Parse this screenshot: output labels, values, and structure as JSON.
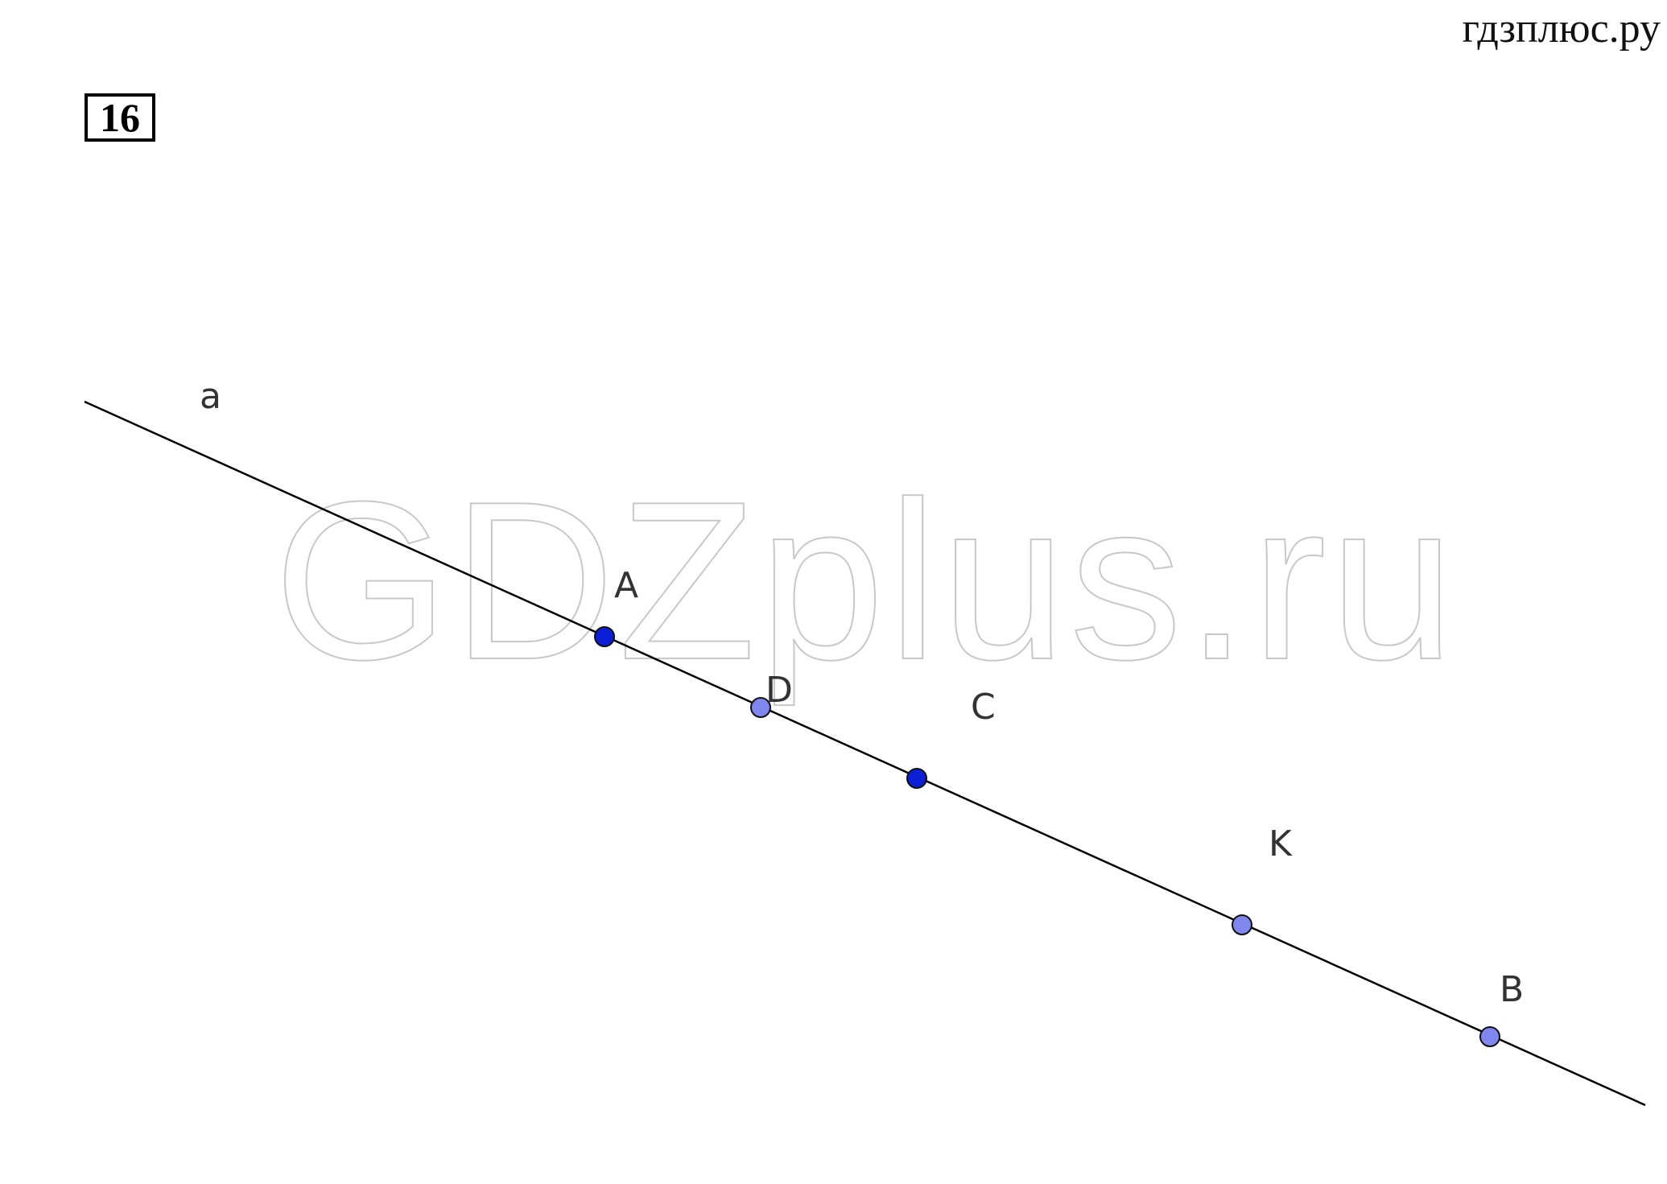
{
  "header": {
    "site": "гдзплюс.ру",
    "task_number": "16"
  },
  "watermark": "GDZplus.ru",
  "line": {
    "label": "a",
    "color": "#000000"
  },
  "points": [
    {
      "id": "A",
      "label": "A",
      "fill": "#0a1fd6"
    },
    {
      "id": "D",
      "label": "D",
      "fill": "#7f86ee"
    },
    {
      "id": "C",
      "label": "C",
      "fill": "#0a1fd6"
    },
    {
      "id": "K",
      "label": "K",
      "fill": "#7f86ee"
    },
    {
      "id": "B",
      "label": "B",
      "fill": "#7f86ee"
    }
  ]
}
